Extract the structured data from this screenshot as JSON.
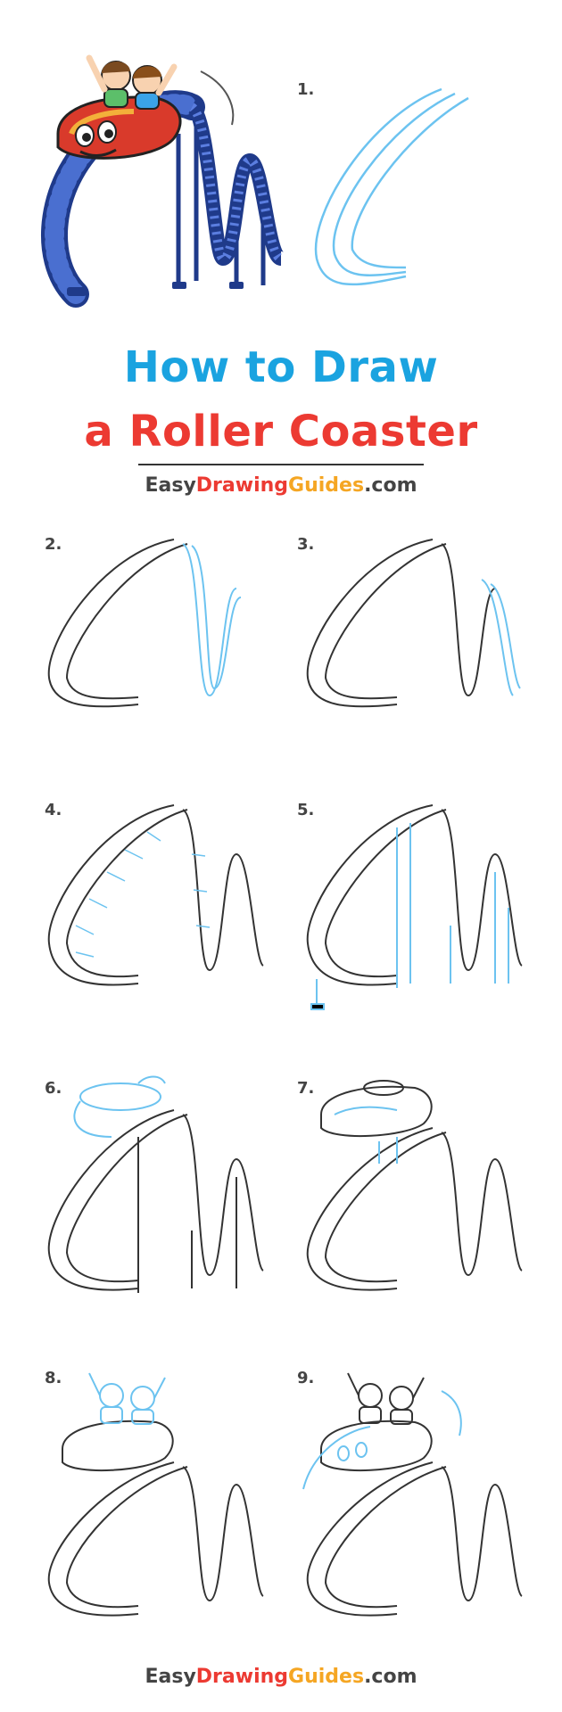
{
  "title": {
    "line1": "How to Draw",
    "line2": "a Roller Coaster"
  },
  "brand": {
    "easy": "Easy",
    "drawing": "Drawing",
    "guides": "Guides",
    "dotcom": ".com"
  },
  "steps": [
    "1.",
    "2.",
    "3.",
    "4.",
    "5.",
    "6.",
    "7.",
    "8.",
    "9."
  ],
  "colors": {
    "title_blue": "#1aa3e0",
    "title_red": "#ec3a32",
    "brand_orange": "#f5a623",
    "guide_blue": "#6cc3f0",
    "line_dark": "#333333",
    "track_blue": "#3a5bb8",
    "car_red": "#d93a2b"
  }
}
